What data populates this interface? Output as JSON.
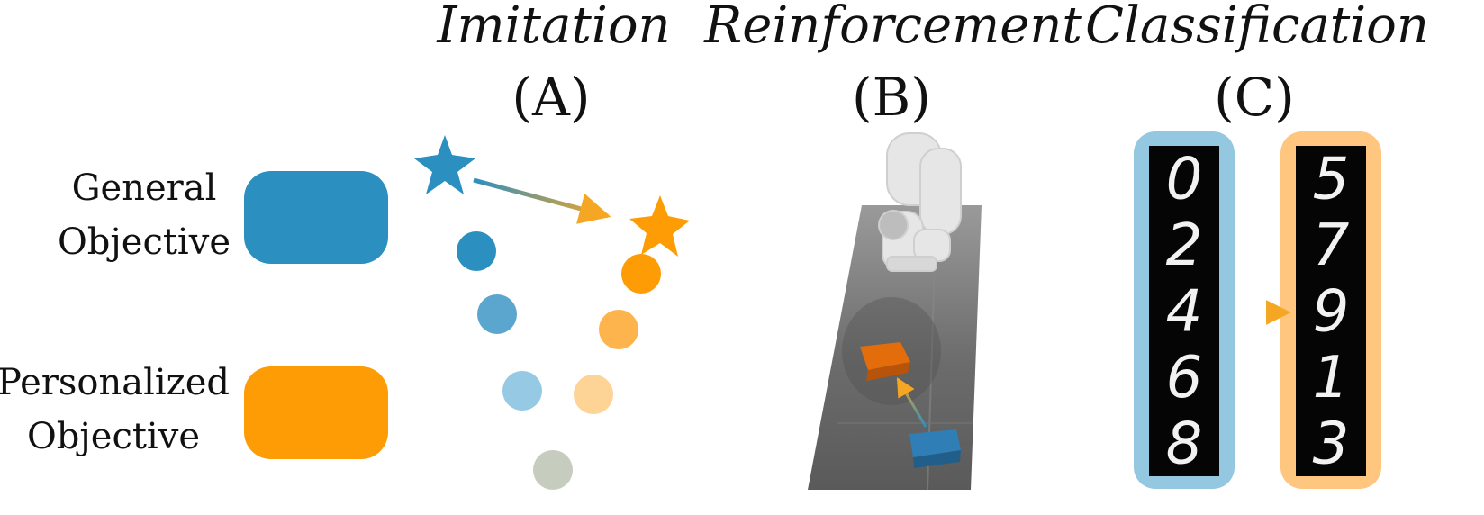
{
  "panels": [
    {
      "title": "Imitation",
      "label": "(A)"
    },
    {
      "title": "Reinforcement",
      "label": "(B)"
    },
    {
      "title": "Classification",
      "label": "(C)"
    }
  ],
  "legend": {
    "general": {
      "line1": "General",
      "line2": "Objective",
      "color": "#2b8fc0"
    },
    "personalized": {
      "line1": "Personalized",
      "line2": "Objective",
      "color": "#fd9c05"
    }
  },
  "digits": {
    "general": [
      "0",
      "2",
      "4",
      "6",
      "8"
    ],
    "personalized": [
      "5",
      "7",
      "9",
      "1",
      "3"
    ],
    "general_frame_color": "#94c7e0",
    "personalized_frame_color": "#fec67f"
  },
  "colors": {
    "blue_star": "#2b8fc0",
    "orange_star": "#fd9c05",
    "arrow_blue": "#2b8fc0",
    "arrow_orange": "#f5a623"
  }
}
